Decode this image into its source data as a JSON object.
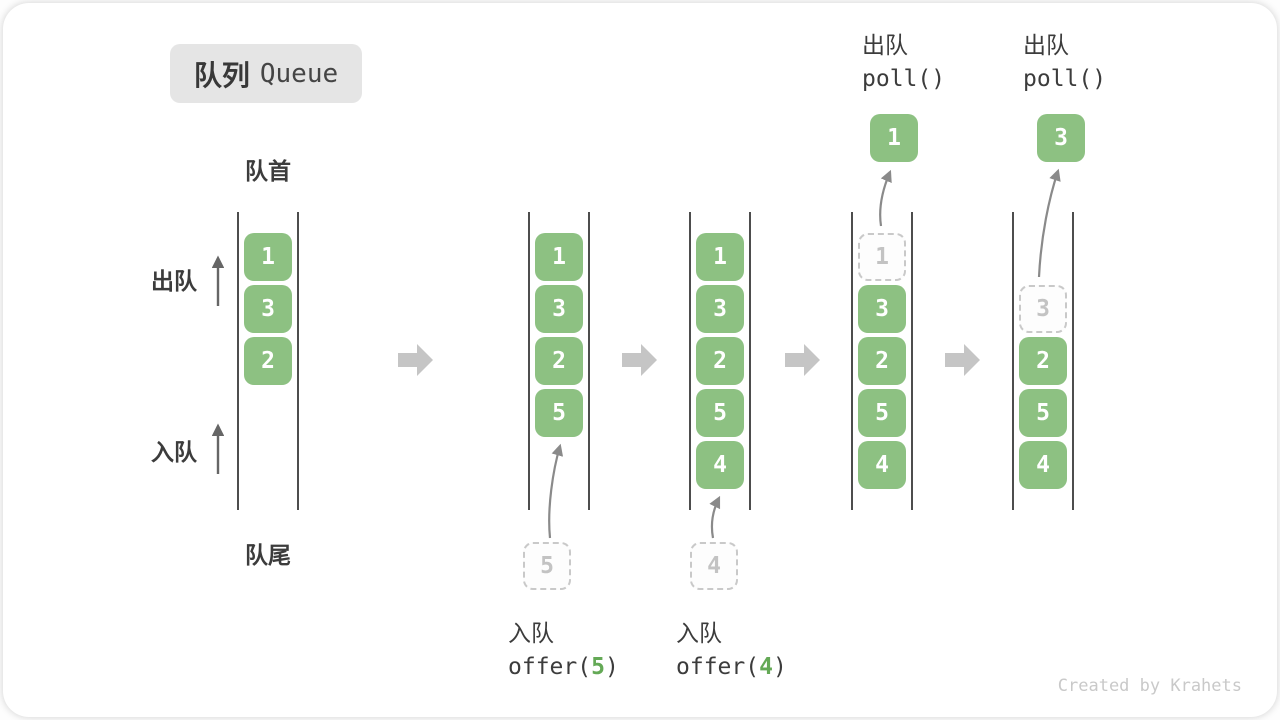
{
  "title": {
    "badge_zh": "队列",
    "badge_en": "Queue"
  },
  "labels": {
    "front": "队首",
    "rear": "队尾",
    "dequeue_side": "出队",
    "enqueue_side": "入队"
  },
  "operations": {
    "dequeue": [
      {
        "label": "出队",
        "code": "poll()",
        "result": "1"
      },
      {
        "label": "出队",
        "code": "poll()",
        "result": "3"
      }
    ],
    "enqueue": [
      {
        "label": "入队",
        "code_open": "offer(",
        "arg": "5",
        "code_close": ")",
        "pending": "5"
      },
      {
        "label": "入队",
        "code_open": "offer(",
        "arg": "4",
        "code_close": ")",
        "pending": "4"
      }
    ]
  },
  "queues": [
    {
      "cells": [
        {
          "value": "1"
        },
        {
          "value": "3"
        },
        {
          "value": "2"
        }
      ]
    },
    {
      "cells": [
        {
          "value": "1"
        },
        {
          "value": "3"
        },
        {
          "value": "2"
        },
        {
          "value": "5"
        }
      ]
    },
    {
      "cells": [
        {
          "value": "1"
        },
        {
          "value": "3"
        },
        {
          "value": "2"
        },
        {
          "value": "5"
        },
        {
          "value": "4"
        }
      ]
    },
    {
      "cells": [
        {
          "value": "1",
          "ghost": true
        },
        {
          "value": "3"
        },
        {
          "value": "2"
        },
        {
          "value": "5"
        },
        {
          "value": "4"
        }
      ]
    },
    {
      "cells": [
        {
          "value": "3",
          "ghost": true
        },
        {
          "value": "2"
        },
        {
          "value": "5"
        },
        {
          "value": "4"
        }
      ]
    }
  ],
  "footer": {
    "credit": "Created by Krahets"
  },
  "colors": {
    "accent_green": "#8dc182",
    "code_green": "#64a956",
    "block_arrow_gray": "#c5c5c5",
    "line_dark": "#4d4d4d"
  }
}
